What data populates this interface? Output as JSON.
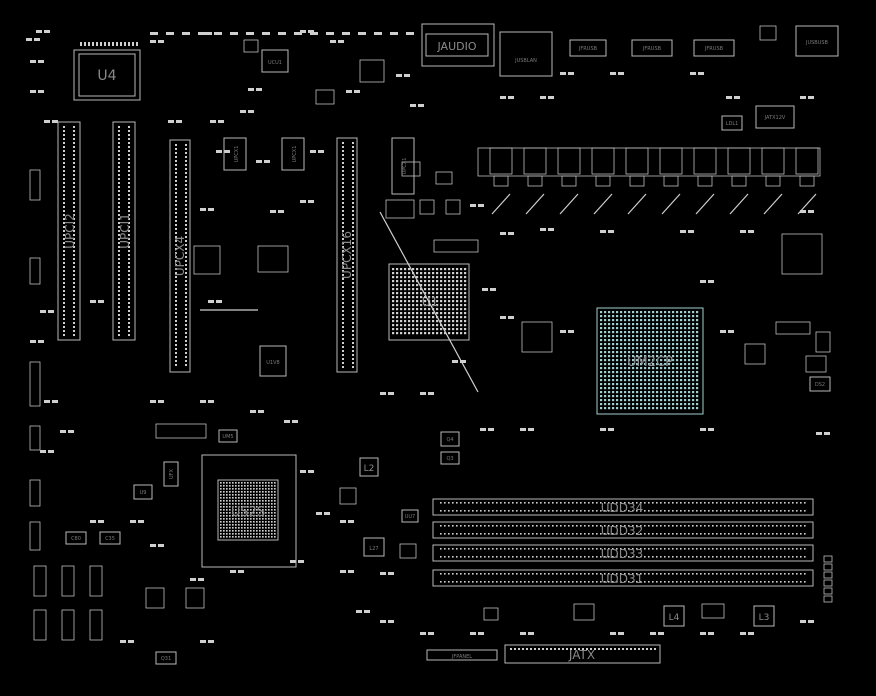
{
  "components": {
    "u4": "U4",
    "ucu1": "UCU1",
    "jaudio": "JAUDIO",
    "jusblan": "JUSBLAN",
    "jfrusb": [
      "JFRUSB",
      "JFRUSB",
      "JFRUSB"
    ],
    "jusbush": "JUSBUSB",
    "jatx12v": "JATX12V",
    "ldl1": "LDL1",
    "upci2": "UPCI2",
    "upci1": "UPCI1",
    "upcx4": "UPCX4",
    "upcx1": [
      "UPCX1",
      "UPCX1",
      "UPCX1"
    ],
    "upcx16": "UPCX16",
    "u1": "U1",
    "um2cp": "UM2CP",
    "u1v8": "U1V8",
    "us2s": "US2S",
    "u9": "U9",
    "um5": "UM5",
    "l2": "L2",
    "l27": "L27",
    "l4": "L4",
    "l3": "L3",
    "q4": "Q4",
    "q3": "Q3",
    "ds2": "DS2",
    "dimms": [
      "UDD34",
      "UDD32",
      "UDD33",
      "UDD31"
    ],
    "jpanel": "JFPANEL",
    "jatx": "JATX",
    "q31": "Q31",
    "c80": "C80",
    "c35": "C35",
    "uu7": "UU7",
    "ufx": "UFX"
  },
  "colors": {
    "background": "#000000",
    "outline": "#b8b8b8",
    "label": "#8a8a8a",
    "accent_grid": "#9fcfcf"
  }
}
